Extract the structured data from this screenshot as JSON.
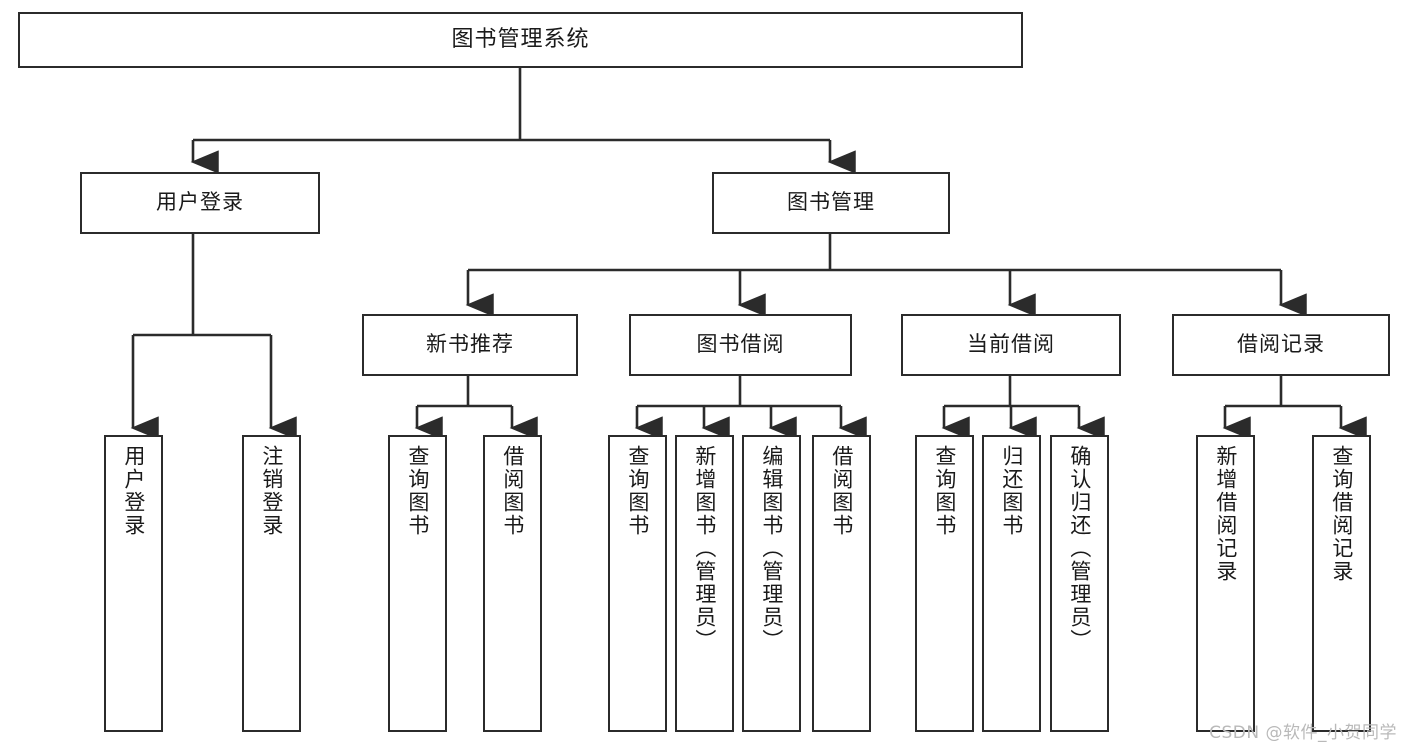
{
  "diagram": {
    "title": "图书管理系统",
    "type": "hierarchy-tree",
    "watermark": "CSDN @软件_小贺同学",
    "colors": {
      "stroke": "#2b2b2b",
      "fill": "#ffffff",
      "text": "#1a1a1a",
      "watermark": "#b9b9b9"
    },
    "root": {
      "label": "图书管理系统"
    },
    "level2": [
      {
        "label": "用户登录"
      },
      {
        "label": "图书管理"
      }
    ],
    "level3": [
      {
        "label": "新书推荐"
      },
      {
        "label": "图书借阅"
      },
      {
        "label": "当前借阅"
      },
      {
        "label": "借阅记录"
      }
    ],
    "leaves": {
      "user_login": [
        {
          "label": "用户登录"
        },
        {
          "label": "注销登录"
        }
      ],
      "new_book_recommend": [
        {
          "label": "查询图书"
        },
        {
          "label": "借阅图书"
        }
      ],
      "book_borrow": [
        {
          "label": "查询图书"
        },
        {
          "label": "新增图书（管理员）"
        },
        {
          "label": "编辑图书（管理员）"
        },
        {
          "label": "借阅图书"
        }
      ],
      "current_borrow": [
        {
          "label": "查询图书"
        },
        {
          "label": "归还图书"
        },
        {
          "label": "确认归还（管理员）"
        }
      ],
      "borrow_record": [
        {
          "label": "新增借阅记录"
        },
        {
          "label": "查询借阅记录"
        }
      ]
    }
  }
}
